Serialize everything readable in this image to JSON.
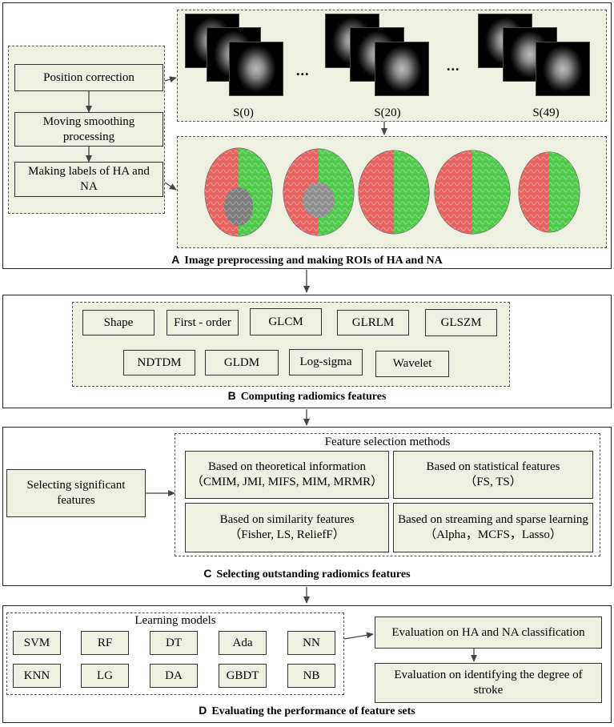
{
  "panel_a": {
    "letter": "A",
    "caption": "Image preprocessing and making ROIs of HA and NA",
    "steps": [
      "Position correction",
      "Moving smoothing processing",
      "Making labels of HA and NA"
    ],
    "slice_labels": [
      "S(0)",
      "S(20)",
      "S(49)"
    ],
    "ellipsis": "..."
  },
  "panel_b": {
    "letter": "B",
    "caption": "Computing radiomics features",
    "row1": [
      "Shape",
      "First - order",
      "GLCM",
      "GLRLM",
      "GLSZM"
    ],
    "row2": [
      "NDTDM",
      "GLDM",
      "Log-sigma",
      "Wavelet"
    ]
  },
  "panel_c": {
    "letter": "C",
    "caption": "Selecting outstanding radiomics features",
    "left_box": "Selecting significant features",
    "methods_title": "Feature selection methods",
    "m1_title": "Based on theoretical information",
    "m1_sub": "（CMIM, JMI, MIFS, MIM, MRMR）",
    "m2_title": "Based on statistical features",
    "m2_sub": "（FS, TS）",
    "m3_title": "Based on similarity features",
    "m3_sub": "（Fisher, LS, ReliefF）",
    "m4_title": "Based on streaming and sparse learning",
    "m4_sub": "（Alpha，MCFS，Lasso）"
  },
  "panel_d": {
    "letter": "D",
    "caption": "Evaluating the performance of feature sets",
    "models_title": "Learning models",
    "row1": [
      "SVM",
      "RF",
      "DT",
      "Ada",
      "NN"
    ],
    "row2": [
      "KNN",
      "LG",
      "DA",
      "GBDT",
      "NB"
    ],
    "eval1": "Evaluation on HA and NA classification",
    "eval2": "Evaluation on identifying the  degree of stroke"
  },
  "colors": {
    "red_roi": "#e8635f",
    "green_roi": "#4ec94a",
    "box_fill": "#eef0e2"
  }
}
